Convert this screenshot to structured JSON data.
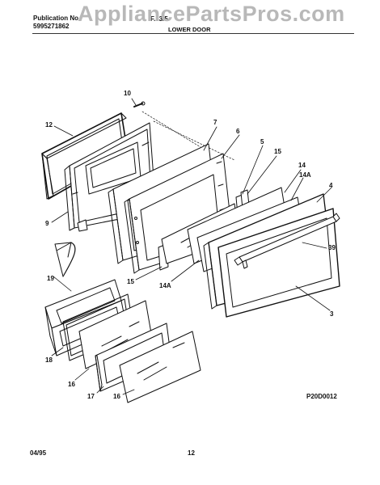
{
  "header": {
    "publication_label": "Publication No.",
    "publication_number": "5995271862",
    "model": "F...3/5",
    "section_title": "LOWER DOOR"
  },
  "watermark": "AppliancePartsPros.com",
  "parts": {
    "p10": "10",
    "p12": "12",
    "p7": "7",
    "p6": "6",
    "p5": "5",
    "p15a": "15",
    "p14": "14",
    "p14a_top": "14A",
    "p4": "4",
    "p9": "9",
    "p39": "39",
    "p15b": "15",
    "p14a_bottom": "14A",
    "p3": "3",
    "p19": "19",
    "p18": "18",
    "p16a": "16",
    "p17": "17",
    "p16b": "16"
  },
  "diagram_code": "P20D0012",
  "footer": {
    "date": "04/95",
    "page": "12"
  }
}
